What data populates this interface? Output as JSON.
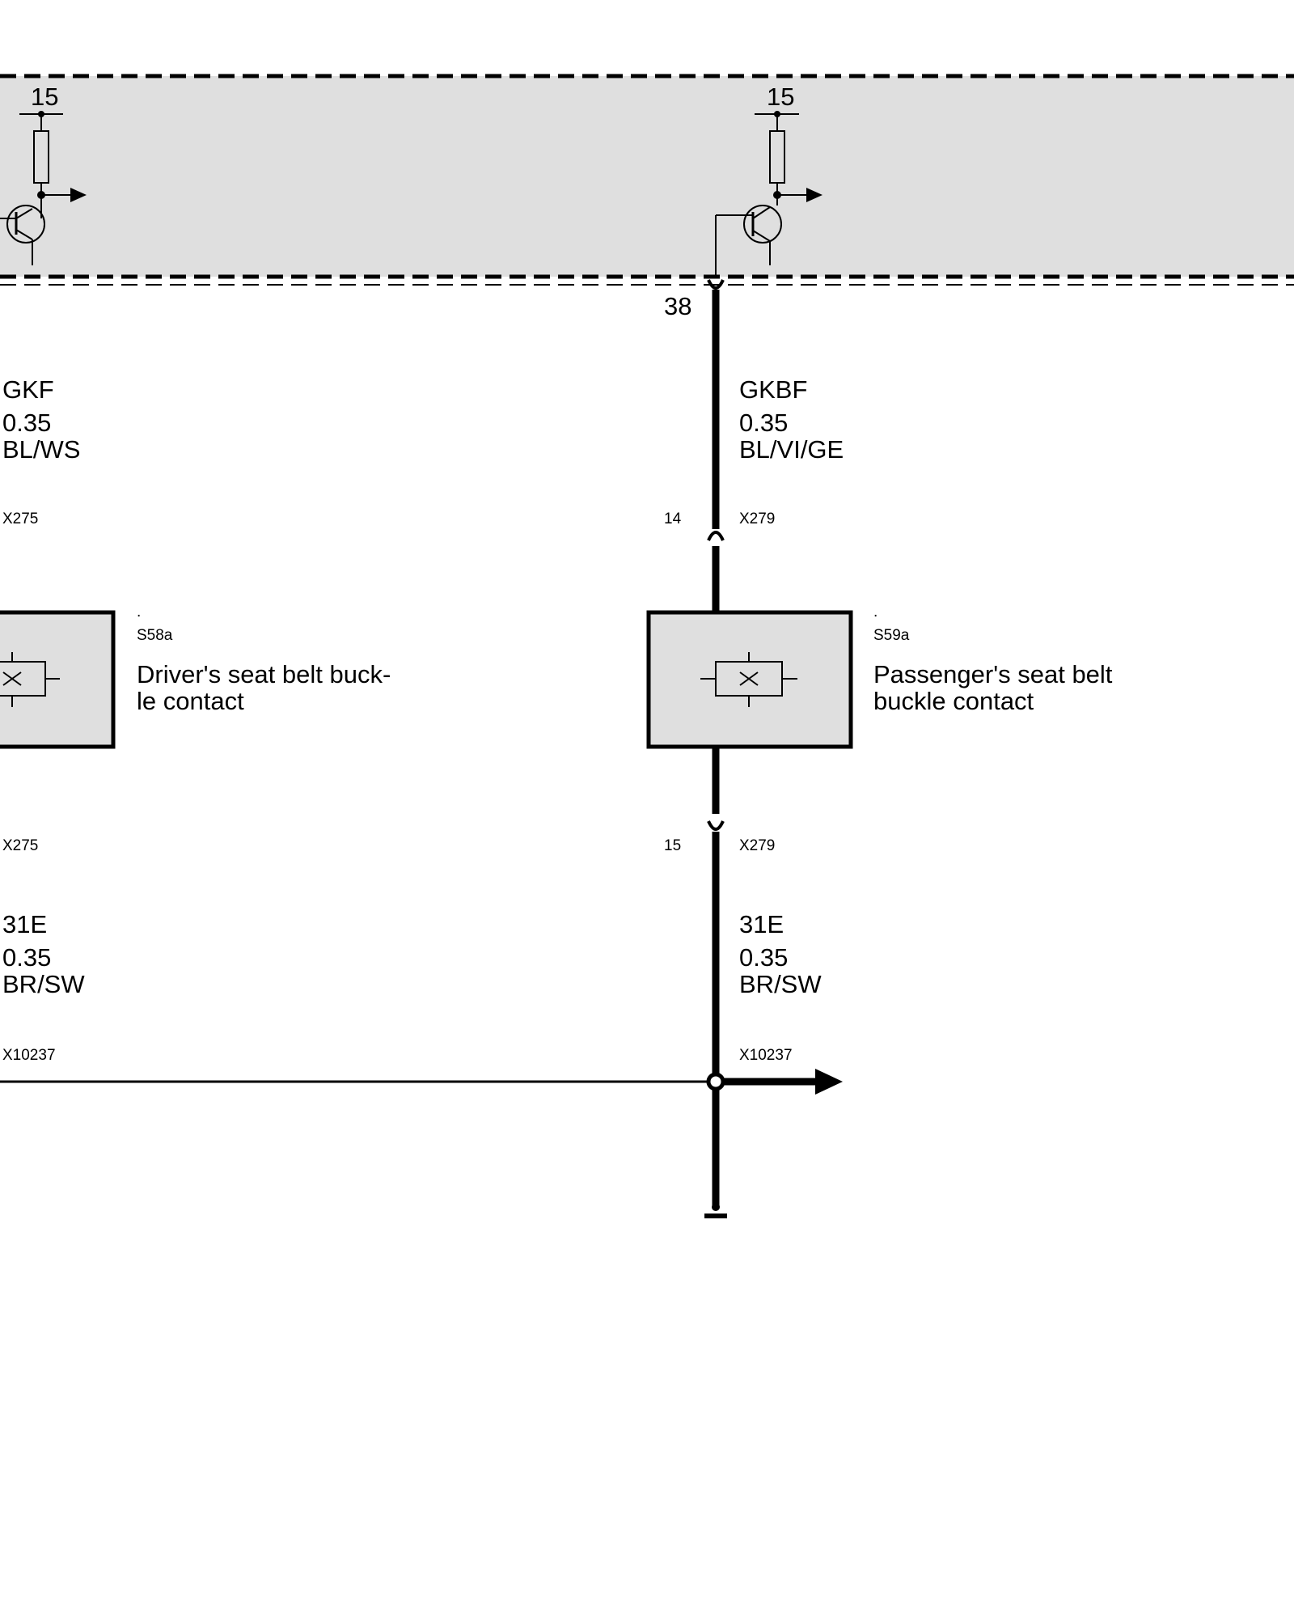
{
  "colors": {
    "module_fill": "#dfdfdf",
    "line": "#000000",
    "background": "#ffffff"
  },
  "control_module": {
    "left_terminal": "15",
    "right_terminal": "15",
    "right_pin": "38"
  },
  "left_circuit": {
    "upper_wire": {
      "signal": "GKF",
      "gauge": "0.35",
      "color": "BL/WS"
    },
    "upper_connector": "X275",
    "component": {
      "dot": ".",
      "id": "S58a",
      "name_line1": "Driver's seat belt buck-",
      "name_line2": "le contact",
      "icon": "switch-contact-icon"
    },
    "lower_connector": "X275",
    "lower_wire": {
      "signal": "31E",
      "gauge": "0.35",
      "color": "BR/SW"
    },
    "splice": "X10237"
  },
  "right_circuit": {
    "upper_wire": {
      "signal": "GKBF",
      "gauge": "0.35",
      "color": "BL/VI/GE"
    },
    "upper_connector": {
      "pin": "14",
      "id": "X279"
    },
    "component": {
      "dot": ".",
      "id": "S59a",
      "name_line1": "Passenger's seat belt",
      "name_line2": "buckle contact",
      "icon": "switch-contact-icon"
    },
    "lower_connector": {
      "pin": "15",
      "id": "X279"
    },
    "lower_wire": {
      "signal": "31E",
      "gauge": "0.35",
      "color": "BR/SW"
    },
    "splice": "X10237"
  }
}
